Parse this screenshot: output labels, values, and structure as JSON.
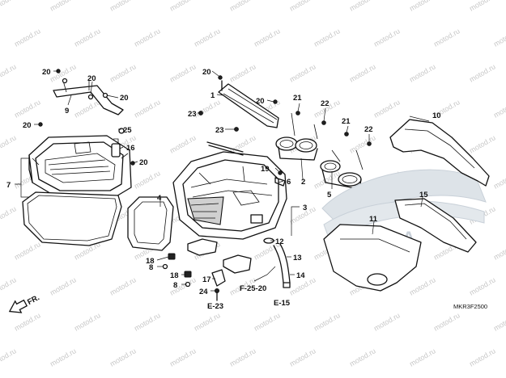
{
  "watermark": "motod.ru",
  "diagram_code": "MKR3F2500",
  "direction_label": "FR.",
  "emblem_text": "HONDA",
  "labels": {
    "p1": "1",
    "p2": "2",
    "p3": "3",
    "p4": "4",
    "p5": "5",
    "p6": "6",
    "p7": "7",
    "p8a": "8",
    "p8b": "8",
    "p9": "9",
    "p10": "10",
    "p11": "11",
    "p12": "12",
    "p13": "13",
    "p14": "14",
    "p15": "15",
    "p16": "16",
    "p17": "17",
    "p18a": "18",
    "p18b": "18",
    "p19": "19",
    "p20a": "20",
    "p20b": "20",
    "p20c": "20",
    "p20d": "20",
    "p20e": "20",
    "p20f": "20",
    "p20g": "20",
    "p21a": "21",
    "p21b": "21",
    "p22a": "22",
    "p22b": "22",
    "p23a": "23",
    "p23b": "23",
    "p24": "24",
    "p25": "25"
  },
  "refs": {
    "f2520": "F-25-20",
    "e23": "E-23",
    "e15": "E-15"
  },
  "colors": {
    "line": "#111111",
    "watermark": "#c8c8c8",
    "emblem": "#c8d0d8"
  }
}
